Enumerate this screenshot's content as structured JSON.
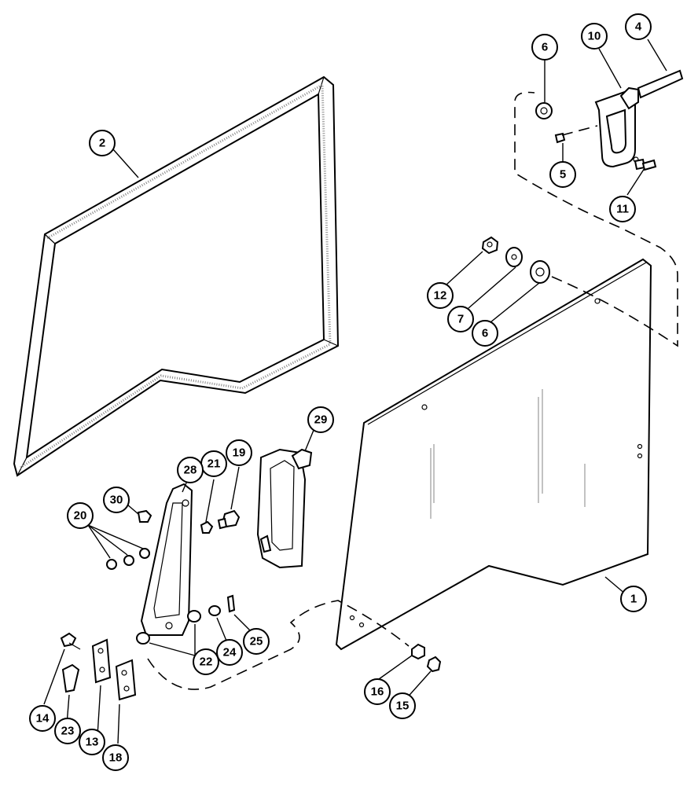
{
  "callouts": [
    {
      "id": "c1",
      "label": "1"
    },
    {
      "id": "c2",
      "label": "2"
    },
    {
      "id": "c4",
      "label": "4"
    },
    {
      "id": "c5",
      "label": "5"
    },
    {
      "id": "c6a",
      "label": "6"
    },
    {
      "id": "c6b",
      "label": "6"
    },
    {
      "id": "c7",
      "label": "7"
    },
    {
      "id": "c10",
      "label": "10"
    },
    {
      "id": "c11",
      "label": "11"
    },
    {
      "id": "c12",
      "label": "12"
    },
    {
      "id": "c13",
      "label": "13"
    },
    {
      "id": "c14",
      "label": "14"
    },
    {
      "id": "c15",
      "label": "15"
    },
    {
      "id": "c16",
      "label": "16"
    },
    {
      "id": "c18",
      "label": "18"
    },
    {
      "id": "c19",
      "label": "19"
    },
    {
      "id": "c20",
      "label": "20"
    },
    {
      "id": "c21",
      "label": "21"
    },
    {
      "id": "c22",
      "label": "22"
    },
    {
      "id": "c23",
      "label": "23"
    },
    {
      "id": "c24",
      "label": "24"
    },
    {
      "id": "c25",
      "label": "25"
    },
    {
      "id": "c28",
      "label": "28"
    },
    {
      "id": "c29",
      "label": "29"
    },
    {
      "id": "c30",
      "label": "30"
    }
  ]
}
